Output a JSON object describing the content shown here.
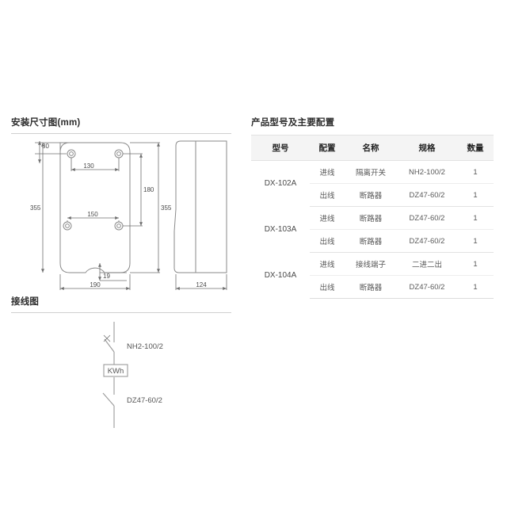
{
  "sections": {
    "install": {
      "title": "安装尺寸图(mm)",
      "front_view": {
        "dimensions": {
          "top_offset": "30",
          "hole_span_top": "130",
          "hole_span_bottom": "150",
          "hole_vertical": "180",
          "height_left": "355",
          "height_right": "355",
          "notch_depth": "19",
          "width": "190"
        }
      },
      "side_view": {
        "dimensions": {
          "depth": "124"
        }
      }
    },
    "wiring": {
      "title": "接线图",
      "labels": {
        "isolator": "NH2-100/2",
        "meter": "KWh",
        "breaker": "DZ47-60/2"
      }
    },
    "spec": {
      "title": "产品型号及主要配置",
      "columns": [
        "型号",
        "配置",
        "名称",
        "规格",
        "数量"
      ],
      "rows": [
        {
          "model": "DX-102A",
          "config": "进线",
          "name": "隔离开关",
          "spec": "NH2-100/2",
          "qty": "1"
        },
        {
          "model": "DX-102A",
          "config": "出线",
          "name": "断路器",
          "spec": "DZ47-60/2",
          "qty": "1"
        },
        {
          "model": "DX-103A",
          "config": "进线",
          "name": "断路器",
          "spec": "DZ47-60/2",
          "qty": "1"
        },
        {
          "model": "DX-103A",
          "config": "出线",
          "name": "断路器",
          "spec": "DZ47-60/2",
          "qty": "1"
        },
        {
          "model": "DX-104A",
          "config": "进线",
          "name": "接线端子",
          "spec": "二进二出",
          "qty": "1"
        },
        {
          "model": "DX-104A",
          "config": "出线",
          "name": "断路器",
          "spec": "DZ47-60/2",
          "qty": "1"
        }
      ],
      "groups": [
        {
          "model": "DX-102A",
          "row_start": 0
        },
        {
          "model": "DX-103A",
          "row_start": 2
        },
        {
          "model": "DX-104A",
          "row_start": 4
        }
      ]
    }
  }
}
